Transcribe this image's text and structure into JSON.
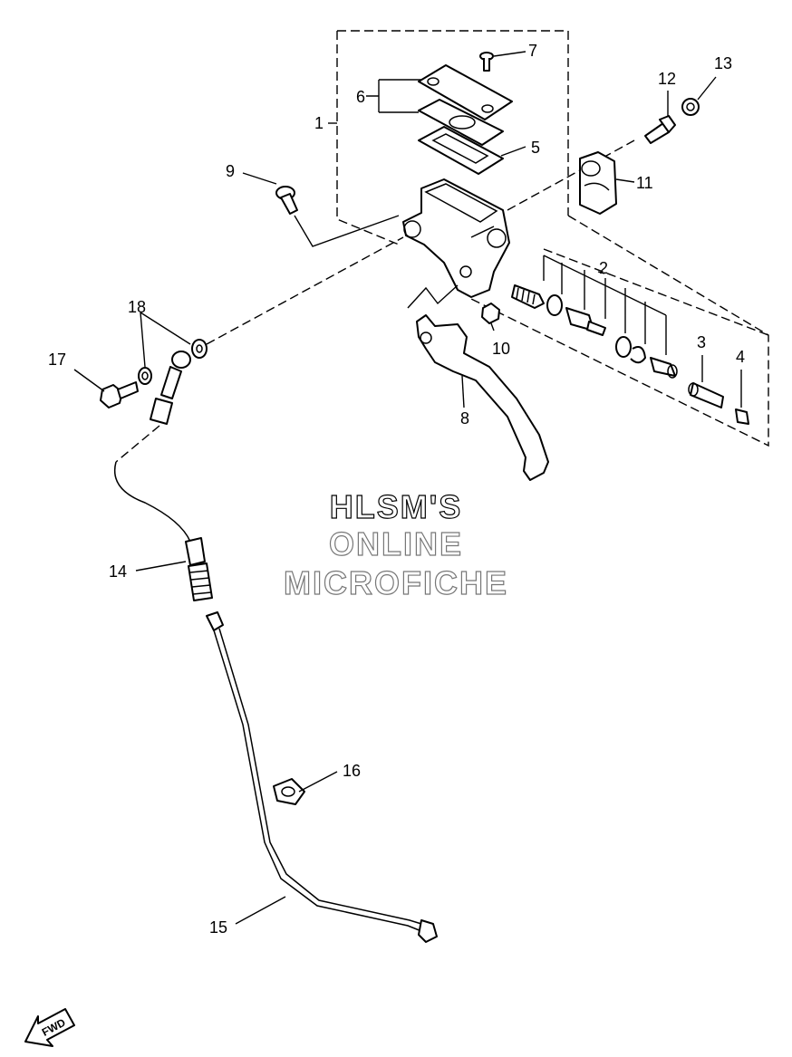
{
  "callouts": {
    "c1": "1",
    "c2": "2",
    "c3": "3",
    "c4": "4",
    "c5": "5",
    "c6": "6",
    "c7": "7",
    "c8": "8",
    "c9": "9",
    "c10": "10",
    "c11": "11",
    "c12": "12",
    "c13": "13",
    "c14": "14",
    "c15": "15",
    "c16": "16",
    "c17": "17",
    "c18": "18"
  },
  "watermark": {
    "line1": "HLSM'S",
    "line2": "ONLINE",
    "line3": "MICROFICHE"
  },
  "direction_badge": {
    "text": "FWD",
    "icon": "fwd-arrow-icon"
  }
}
